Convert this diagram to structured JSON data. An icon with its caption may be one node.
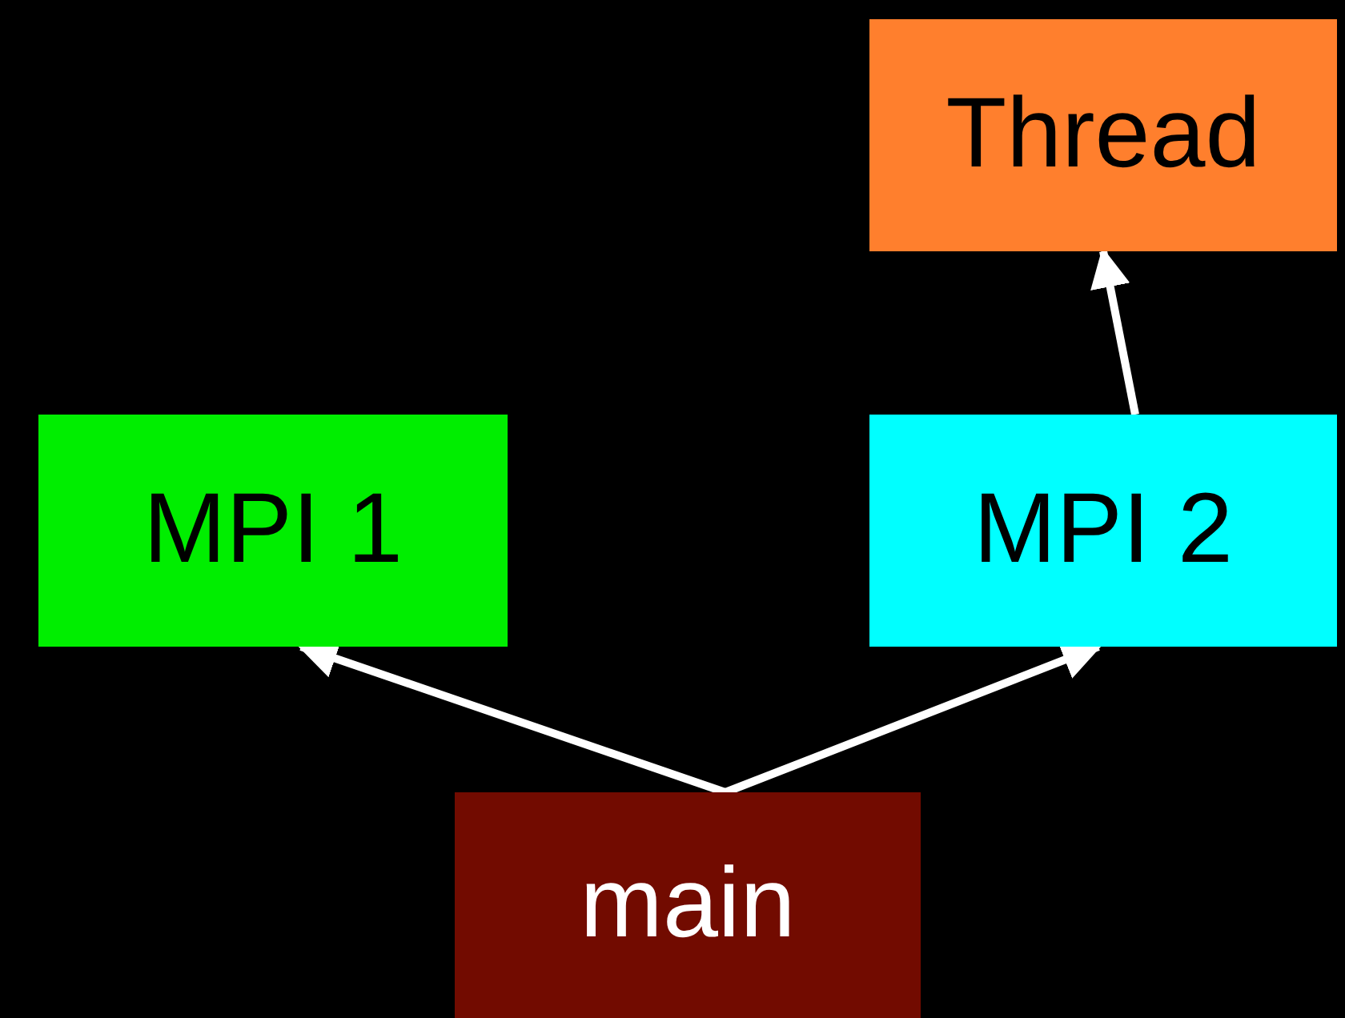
{
  "diagram": {
    "nodes": [
      {
        "text": [
          "Thread"
        ]
      },
      {
        "text": [
          "MPI 1"
        ]
      },
      {
        "text": [
          "MPI 2"
        ]
      },
      {
        "text": [
          "main"
        ]
      }
    ],
    "edges": [
      {
        "from": 3,
        "to": 1,
        "arrow": "to"
      },
      {
        "from": 3,
        "to": 2,
        "arrow": "to"
      },
      {
        "from": 2,
        "to": 0,
        "arrow": "to"
      }
    ]
  }
}
